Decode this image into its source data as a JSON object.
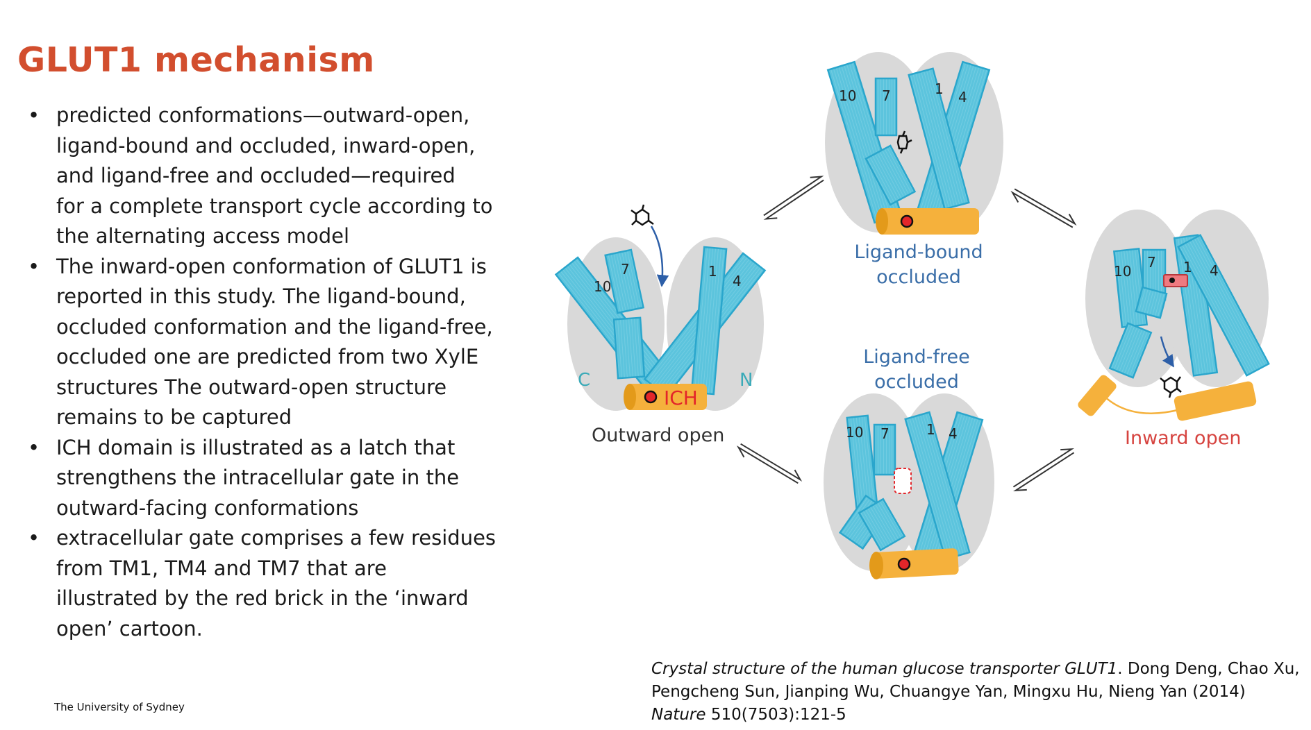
{
  "slide": {
    "title": "GLUT1 mechanism",
    "bullet_char": "•",
    "bullets": [
      [
        "predicted conformations—outward-open,",
        "ligand-bound and occluded, inward-open,",
        "and ligand-free and occluded—required",
        "for a complete transport cycle according to",
        "the alternating access model"
      ],
      [
        "The inward-open conformation of GLUT1 is",
        "reported in this study. The ligand-bound,",
        "occluded conformation and the ligand-free,",
        "occluded one are predicted from two XylE",
        "structures The outward-open structure",
        "remains to be captured"
      ],
      [
        "ICH domain is illustrated as a latch that",
        "strengthens the intracellular gate in the",
        "outward-facing conformations"
      ],
      [
        "extracellular gate comprises a few residues",
        "from TM1, TM4 and TM7 that are",
        "illustrated by the red brick in the ‘inward",
        "open’ cartoon."
      ]
    ],
    "footer": "The University of Sydney"
  },
  "citation": {
    "title_italic": "Crystal structure of the human glucose transporter GLUT1",
    "authors": ". Dong Deng, Chao Xu, Pengcheng Sun, Jianping Wu, Chuangye Yan, Mingxu Hu, Nieng Yan (2014) ",
    "journal_italic": "Nature",
    "volume": " 510(7503):121-5"
  },
  "diagram": {
    "colors": {
      "helix_fill": "#5cc4dd",
      "helix_stroke": "#2aa6cc",
      "lobe": "#d9d9d9",
      "ich": "#f5b13c",
      "ich_stroke": "#e39a1a",
      "ich_dot": "#e3262a",
      "blue_label": "#3a6ea8",
      "red_label": "#d6433f",
      "teal_label": "#3aaab8",
      "arrow": "#333333",
      "substrate_arrow": "#2d5fa8",
      "gate_brick": "#ef7a80"
    },
    "states": {
      "outward_open": {
        "label": "Outward open",
        "ich_label": "ICH",
        "c_label": "C",
        "n_label": "N",
        "helices": [
          "10",
          "7",
          "1",
          "4"
        ]
      },
      "ligand_bound": {
        "label_lines": [
          "Ligand-bound",
          "occluded"
        ],
        "helices": [
          "10",
          "7",
          "1",
          "4"
        ]
      },
      "inward_open": {
        "label": "Inward open",
        "helices": [
          "10",
          "7",
          "1",
          "4"
        ]
      },
      "ligand_free": {
        "label_lines": [
          "Ligand-free",
          "occluded"
        ],
        "helices": [
          "10",
          "7",
          "1",
          "4"
        ]
      }
    }
  }
}
